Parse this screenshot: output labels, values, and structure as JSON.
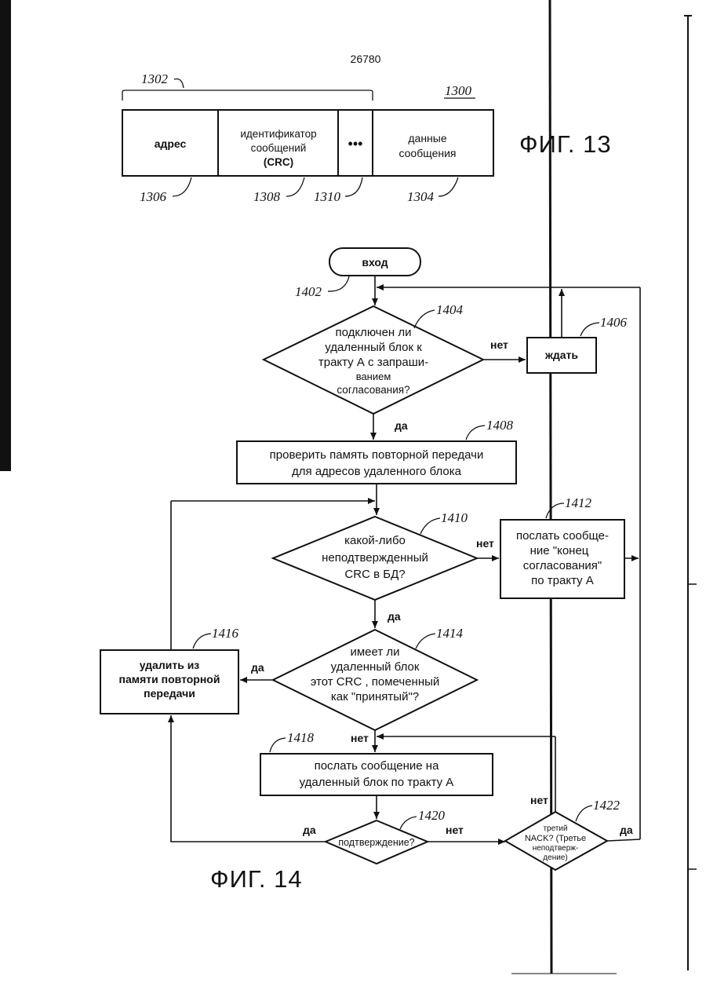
{
  "patent_number": "26780",
  "fig13": {
    "figure_label": "ФИГ. 13",
    "ref_packet": "1300",
    "ref_header": "1302",
    "ref_data": "1304",
    "ref_address": "1306",
    "ref_id": "1308",
    "ref_dots": "1310",
    "field_address": "адрес",
    "field_id_line1": "идентификатор",
    "field_id_line2": "сообщений",
    "field_id_line3": "(CRC)",
    "field_dots": "•••",
    "field_data_line1": "данные",
    "field_data_line2": "сообщения"
  },
  "fig14": {
    "figure_label": "ФИГ. 14",
    "start": {
      "label": "вход",
      "ref": "1402"
    },
    "d1404": {
      "ref": "1404",
      "lines": [
        "подключен ли",
        "удаленный блок к",
        "тракту А с запраши-",
        "ванием",
        "согласования?"
      ]
    },
    "wait": {
      "ref": "1406",
      "label": "ждать"
    },
    "p1408": {
      "ref": "1408",
      "lines": [
        "проверить память повторной передачи",
        "для адресов  удаленного блока"
      ]
    },
    "d1410": {
      "ref": "1410",
      "lines": [
        "какой-либо",
        "неподтвержденный",
        "CRC в БД?"
      ]
    },
    "p1412": {
      "ref": "1412",
      "lines": [
        "послать сообще-",
        "ние \"конец",
        "согласования\"",
        "по тракту А"
      ]
    },
    "d1414": {
      "ref": "1414",
      "lines": [
        "имеет ли",
        "удаленный блок",
        "этот CRC , помеченный",
        "как \"принятый\"?"
      ]
    },
    "p1416": {
      "ref": "1416",
      "lines": [
        "удалить из",
        "памяти повторной",
        "передачи"
      ]
    },
    "p1418": {
      "ref": "1418",
      "lines": [
        "послать сообщение на",
        "удаленный блок по тракту А"
      ]
    },
    "d1420": {
      "ref": "1420",
      "label": "подтверждение?"
    },
    "d1422": {
      "ref": "1422",
      "lines": [
        "третий",
        "NACK? (Третье",
        "неподтверж-",
        "дение)"
      ]
    },
    "edge_labels": {
      "no_1404": "нет",
      "yes_1404": "да",
      "no_1410": "нет",
      "yes_1410": "да",
      "yes_1414": "да",
      "no_1414": "нет",
      "yes_1420": "да",
      "no_1420": "нет",
      "no_1422": "нет",
      "yes_1422": "да"
    }
  }
}
